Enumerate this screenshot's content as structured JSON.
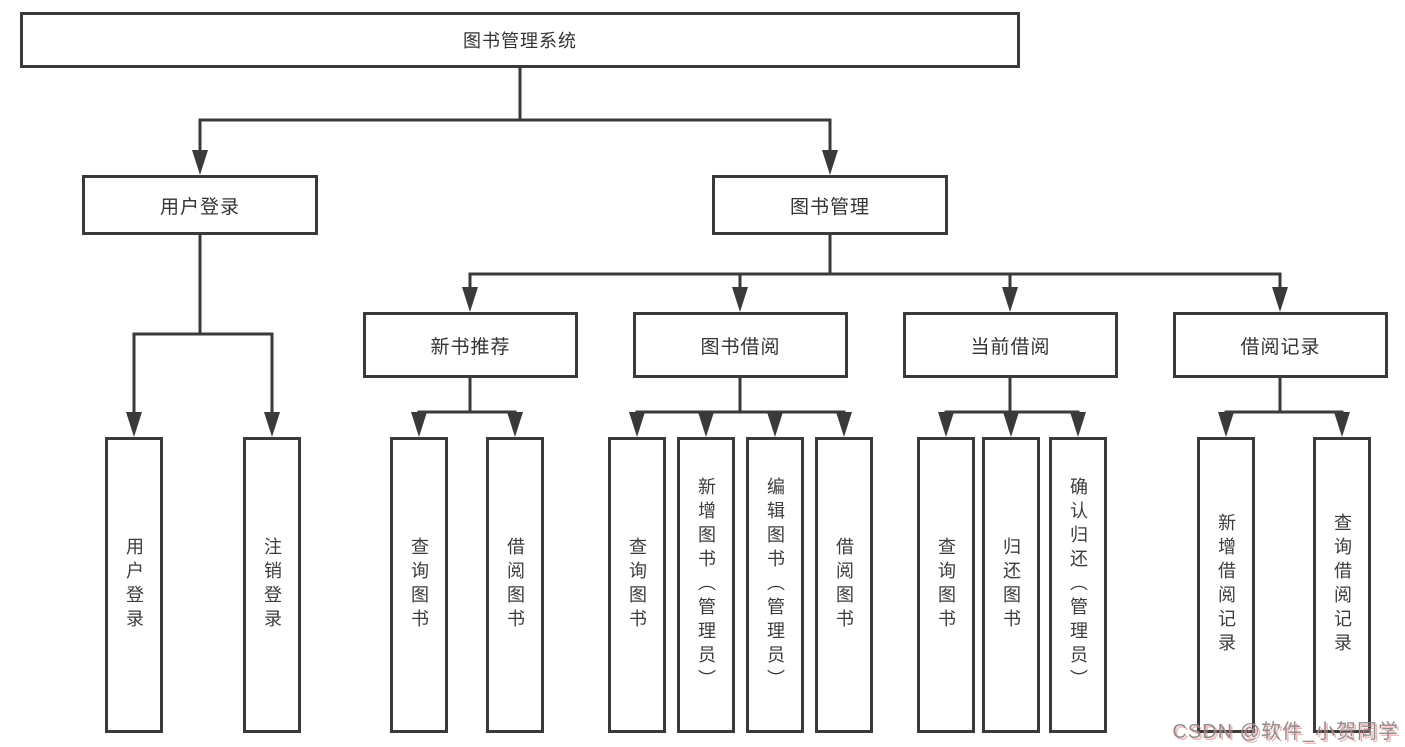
{
  "colors": {
    "line": "#3a3a3a",
    "text": "#333333",
    "background": "#ffffff",
    "watermark_gray": "#8f8f8f",
    "watermark_red": "#e87c7c"
  },
  "diagram": {
    "root": {
      "label": "图书管理系统"
    },
    "branches": [
      {
        "label": "用户登录",
        "leaves": [
          {
            "label": "用户登录"
          },
          {
            "label": "注销登录"
          }
        ]
      },
      {
        "label": "图书管理",
        "children": [
          {
            "label": "新书推荐",
            "leaves": [
              {
                "label": "查询图书"
              },
              {
                "label": "借阅图书"
              }
            ]
          },
          {
            "label": "图书借阅",
            "leaves": [
              {
                "label": "查询图书"
              },
              {
                "label": "新增图书（管理员）"
              },
              {
                "label": "编辑图书（管理员）"
              },
              {
                "label": "借阅图书"
              }
            ]
          },
          {
            "label": "当前借阅",
            "leaves": [
              {
                "label": "查询图书"
              },
              {
                "label": "归还图书"
              },
              {
                "label": "确认归还（管理员）"
              }
            ]
          },
          {
            "label": "借阅记录",
            "leaves": [
              {
                "label": "新增借阅记录"
              },
              {
                "label": "查询借阅记录"
              }
            ]
          }
        ]
      }
    ]
  },
  "watermark": {
    "text": "CSDN @软件_小贺同学"
  }
}
